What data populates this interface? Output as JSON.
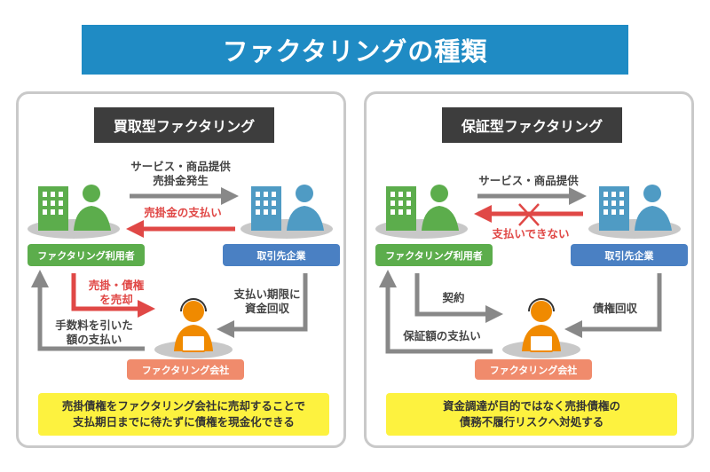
{
  "title": "ファクタリングの種類",
  "colors": {
    "title_bg": "#1f8bc4",
    "user": "#5cad4c",
    "partner": "#4a80c3",
    "company": "#f08b6c",
    "operator": "#f08a00",
    "payment": "#e04846",
    "note_bg": "#fdf23f"
  },
  "left": {
    "heading": "買取型ファクタリング",
    "service_line1": "サービス・商品提供",
    "service_line2": "売掛金発生",
    "payment": "売掛金の支払い",
    "user_label": "ファクタリング利用者",
    "partner_label": "取引先企業",
    "sell_line1": "売掛・債権",
    "sell_line2": "を売却",
    "collect_line1": "支払い期限に",
    "collect_line2": "資金回収",
    "fee_line1": "手数料を引いた",
    "fee_line2": "額の支払い",
    "company_label": "ファクタリング会社",
    "note_line1": "売掛債権をファクタリング会社に売却することで",
    "note_line2": "支払期日までに待たずに債権を現金化できる"
  },
  "right": {
    "heading": "保証型ファクタリング",
    "service_line1": "サービス・商品提供",
    "cannot_pay": "支払いできない",
    "user_label": "ファクタリング利用者",
    "partner_label": "取引先企業",
    "contract": "契約",
    "collect": "債権回収",
    "guarantee": "保証額の支払い",
    "company_label": "ファクタリング会社",
    "note_line1": "資金調達が目的ではなく売掛債権の",
    "note_line2": "債務不履行リスクへ対処する"
  }
}
